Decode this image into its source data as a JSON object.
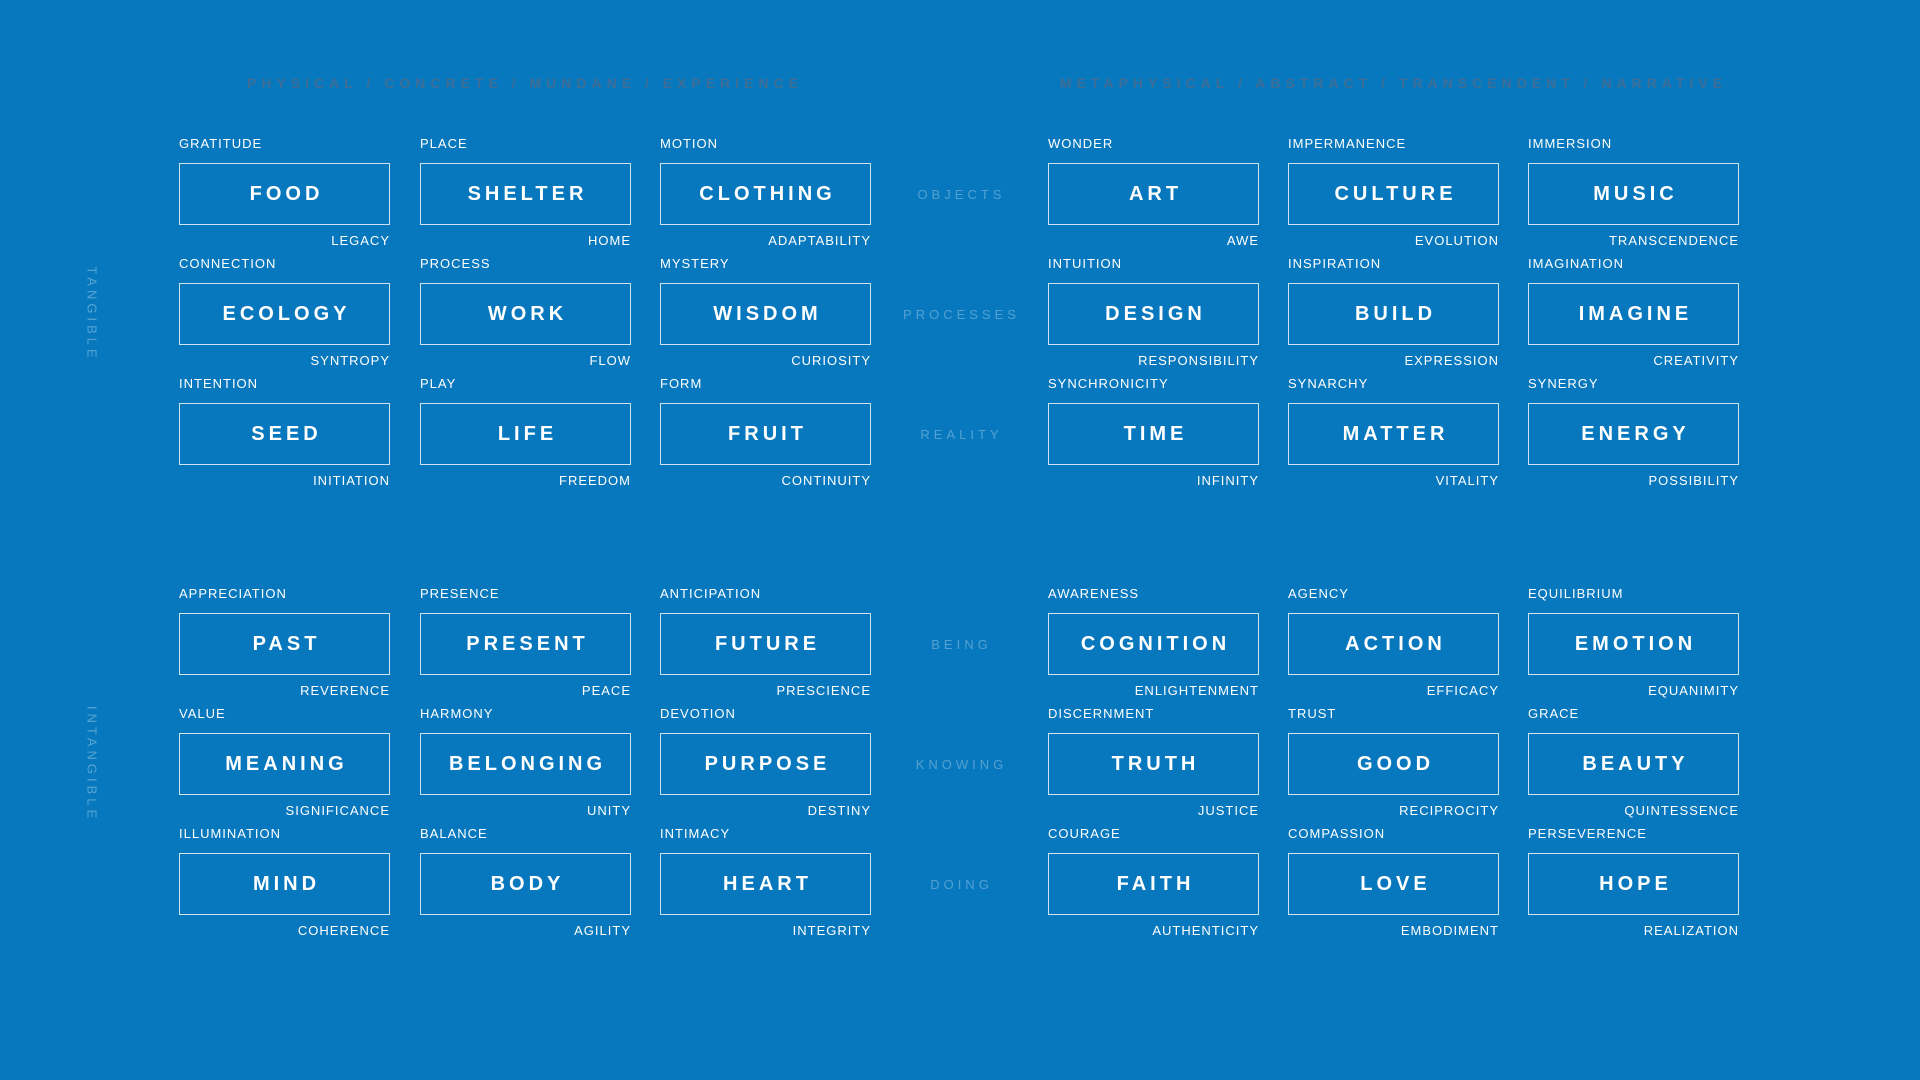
{
  "theme": {
    "background": "#0778BE",
    "box_border": "rgba(255,255,255,0.8)",
    "text_primary": "#FFFFFF",
    "header_muted_blue": "#3E6E96",
    "category_muted_white": "rgba(255,255,255,0.30)"
  },
  "headers": {
    "left": "PHYSICAL / CONCRETE / MUNDANE / EXPERIENCE",
    "right": "METAPHYSICAL / ABSTRACT / TRANSCENDENT / NARRATIVE"
  },
  "axes": {
    "top_half": "TANGIBLE",
    "bottom_half": "INTANGIBLE"
  },
  "rows": [
    {
      "category": "OBJECTS",
      "left": [
        {
          "context": "GRATITUDE",
          "word": "FOOD",
          "outcome": "LEGACY"
        },
        {
          "context": "PLACE",
          "word": "SHELTER",
          "outcome": "HOME"
        },
        {
          "context": "MOTION",
          "word": "CLOTHING",
          "outcome": "ADAPTABILITY"
        }
      ],
      "right": [
        {
          "context": "WONDER",
          "word": "ART",
          "outcome": "AWE"
        },
        {
          "context": "IMPERMANENCE",
          "word": "CULTURE",
          "outcome": "EVOLUTION"
        },
        {
          "context": "IMMERSION",
          "word": "MUSIC",
          "outcome": "TRANSCENDENCE"
        }
      ]
    },
    {
      "category": "PROCESSES",
      "left": [
        {
          "context": "CONNECTION",
          "word": "ECOLOGY",
          "outcome": "SYNTROPY"
        },
        {
          "context": "PROCESS",
          "word": "WORK",
          "outcome": "FLOW"
        },
        {
          "context": "MYSTERY",
          "word": "WISDOM",
          "outcome": "CURIOSITY"
        }
      ],
      "right": [
        {
          "context": "INTUITION",
          "word": "DESIGN",
          "outcome": "RESPONSIBILITY"
        },
        {
          "context": "INSPIRATION",
          "word": "BUILD",
          "outcome": "EXPRESSION"
        },
        {
          "context": "IMAGINATION",
          "word": "IMAGINE",
          "outcome": "CREATIVITY"
        }
      ]
    },
    {
      "category": "REALITY",
      "left": [
        {
          "context": "INTENTION",
          "word": "SEED",
          "outcome": "INITIATION"
        },
        {
          "context": "PLAY",
          "word": "LIFE",
          "outcome": "FREEDOM"
        },
        {
          "context": "FORM",
          "word": "FRUIT",
          "outcome": "CONTINUITY"
        }
      ],
      "right": [
        {
          "context": "SYNCHRONICITY",
          "word": "TIME",
          "outcome": "INFINITY"
        },
        {
          "context": "SYNARCHY",
          "word": "MATTER",
          "outcome": "VITALITY"
        },
        {
          "context": "SYNERGY",
          "word": "ENERGY",
          "outcome": "POSSIBILITY"
        }
      ]
    },
    {
      "category": "BEING",
      "left": [
        {
          "context": "APPRECIATION",
          "word": "PAST",
          "outcome": "REVERENCE"
        },
        {
          "context": "PRESENCE",
          "word": "PRESENT",
          "outcome": "PEACE"
        },
        {
          "context": "ANTICIPATION",
          "word": "FUTURE",
          "outcome": "PRESCIENCE"
        }
      ],
      "right": [
        {
          "context": "AWARENESS",
          "word": "COGNITION",
          "outcome": "ENLIGHTENMENT"
        },
        {
          "context": "AGENCY",
          "word": "ACTION",
          "outcome": "EFFICACY"
        },
        {
          "context": "EQUILIBRIUM",
          "word": "EMOTION",
          "outcome": "EQUANIMITY"
        }
      ]
    },
    {
      "category": "KNOWING",
      "left": [
        {
          "context": "VALUE",
          "word": "MEANING",
          "outcome": "SIGNIFICANCE"
        },
        {
          "context": "HARMONY",
          "word": "BELONGING",
          "outcome": "UNITY"
        },
        {
          "context": "DEVOTION",
          "word": "PURPOSE",
          "outcome": "DESTINY"
        }
      ],
      "right": [
        {
          "context": "DISCERNMENT",
          "word": "TRUTH",
          "outcome": "JUSTICE"
        },
        {
          "context": "TRUST",
          "word": "GOOD",
          "outcome": "RECIPROCITY"
        },
        {
          "context": "GRACE",
          "word": "BEAUTY",
          "outcome": "QUINTESSENCE"
        }
      ]
    },
    {
      "category": "DOING",
      "left": [
        {
          "context": "ILLUMINATION",
          "word": "MIND",
          "outcome": "COHERENCE"
        },
        {
          "context": "BALANCE",
          "word": "BODY",
          "outcome": "AGILITY"
        },
        {
          "context": "INTIMACY",
          "word": "HEART",
          "outcome": "INTEGRITY"
        }
      ],
      "right": [
        {
          "context": "COURAGE",
          "word": "FAITH",
          "outcome": "AUTHENTICITY"
        },
        {
          "context": "COMPASSION",
          "word": "LOVE",
          "outcome": "EMBODIMENT"
        },
        {
          "context": "PERSEVERENCE",
          "word": "HOPE",
          "outcome": "REALIZATION"
        }
      ]
    }
  ]
}
